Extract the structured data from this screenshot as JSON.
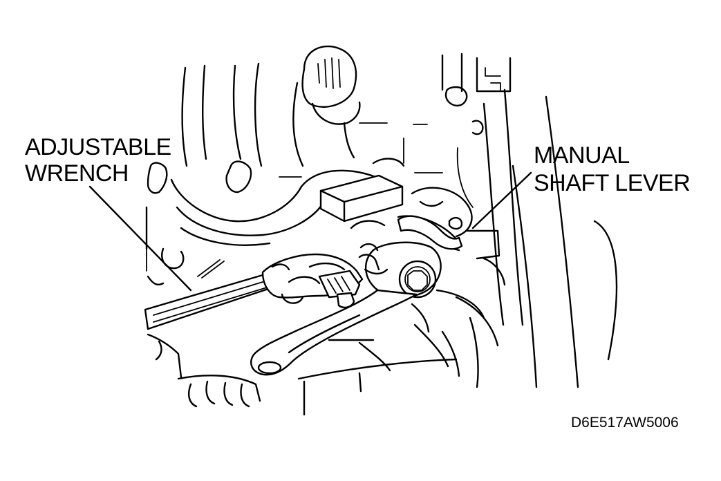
{
  "labels": {
    "adjustable_wrench_line1": "ADJUSTABLE",
    "adjustable_wrench_line2": "WRENCH",
    "manual_shaft_lever_line1": "MANUAL",
    "manual_shaft_lever_line2": "SHAFT LEVER"
  },
  "figure_code": "D6E517AW5006",
  "colors": {
    "ink": "#000000",
    "background": "#ffffff"
  }
}
